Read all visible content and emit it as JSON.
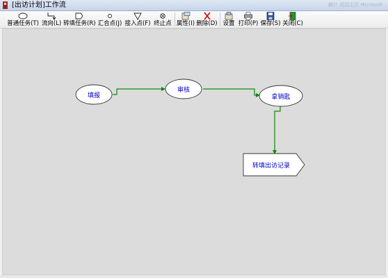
{
  "window": {
    "title": "[出访计划]工作流",
    "title_right_faded": "解什 返回主页 Microsoft"
  },
  "toolbar": {
    "items": [
      {
        "key": "normal_task",
        "label": "普通任务(T)",
        "icon": "ellipse-icon"
      },
      {
        "key": "flow",
        "label": "流向(L)",
        "icon": "flow-arrow-icon"
      },
      {
        "key": "transfer_task",
        "label": "转填任务(R)",
        "icon": "transfer-shape-icon"
      },
      {
        "key": "merge_point",
        "label": "汇合点(J)",
        "icon": "small-circle-icon"
      },
      {
        "key": "join_point",
        "label": "接入点(F)",
        "icon": "triangle-down-icon"
      },
      {
        "key": "end_point",
        "label": "终止点",
        "icon": "end-point-icon"
      },
      {
        "key": "properties",
        "label": "属性(I)",
        "icon": "properties-icon"
      },
      {
        "key": "delete",
        "label": "删除(D)",
        "icon": "red-x-icon"
      },
      {
        "key": "settings",
        "label": "设置",
        "icon": "settings-icon"
      },
      {
        "key": "print",
        "label": "打印(P)",
        "icon": "printer-icon"
      },
      {
        "key": "save",
        "label": "保存(S)",
        "icon": "floppy-disk-icon"
      },
      {
        "key": "close",
        "label": "关闭(C)",
        "icon": "exit-door-icon"
      }
    ]
  },
  "diagram": {
    "nodes": [
      {
        "id": "fill",
        "label": "填报",
        "shape": "ellipse"
      },
      {
        "id": "review",
        "label": "审核",
        "shape": "ellipse"
      },
      {
        "id": "decide",
        "label": "拿销匙",
        "shape": "ellipse"
      },
      {
        "id": "transfer",
        "label": "转填出访记录",
        "shape": "pentagon"
      }
    ],
    "edges": [
      {
        "from": "fill",
        "to": "review"
      },
      {
        "from": "review",
        "to": "decide"
      },
      {
        "from": "decide",
        "to": "transfer"
      }
    ],
    "colors": {
      "edge": "#0b8a0b",
      "node_text": "#0000cc",
      "canvas": "#dcdcdc"
    }
  }
}
